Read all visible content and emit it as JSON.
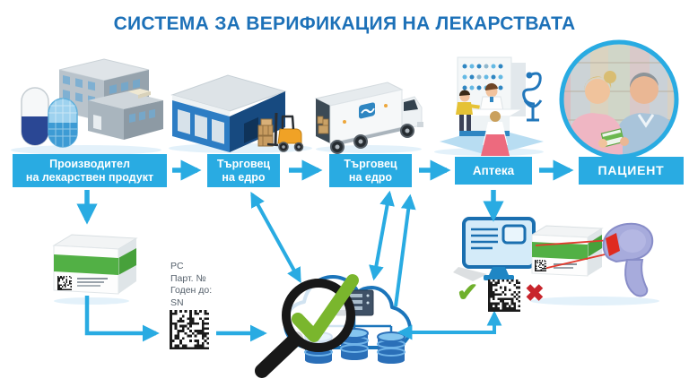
{
  "title": "СИСТЕМА ЗА ВЕРИФИКАЦИЯ НА ЛЕКАРСТВАТА",
  "chain": [
    {
      "id": "manufacturer",
      "line1": "Производител",
      "line2": "на лекарствен продукт",
      "icon": "factory-with-pills-icon"
    },
    {
      "id": "wholesaler-1",
      "line1": "Търговец",
      "line2": "на едро",
      "icon": "warehouse-forklift-icon"
    },
    {
      "id": "wholesaler-2",
      "line1": "Търговец",
      "line2": "на едро",
      "icon": "delivery-truck-icon"
    },
    {
      "id": "pharmacy",
      "line1": "Аптека",
      "icon": "pharmacy-counter-icon"
    },
    {
      "id": "patient",
      "line1": "ПАЦИЕНТ",
      "icon": "patient-photo"
    }
  ],
  "pack_code": {
    "code_type": "datamatrix",
    "fields": [
      "PC",
      "Парт. №",
      "Годен до:",
      "SN"
    ]
  },
  "verification": {
    "ok_glyph": "✔",
    "fail_glyph": "✖"
  },
  "bottom_icons": {
    "product_box": "medicine-box-icon",
    "verification_hub": "cloud-database-magnifier-check-icon",
    "pharmacy_terminal": "desktop-computer-icon",
    "scanner": "handheld-scanner-icon"
  },
  "colors": {
    "accent": "#29abe2",
    "title_blue": "#1d71b8",
    "cloud_blue": "#1b75bb",
    "band_green": "#52b045",
    "check_green": "#7ab62d",
    "fail_red": "#c8252c"
  }
}
